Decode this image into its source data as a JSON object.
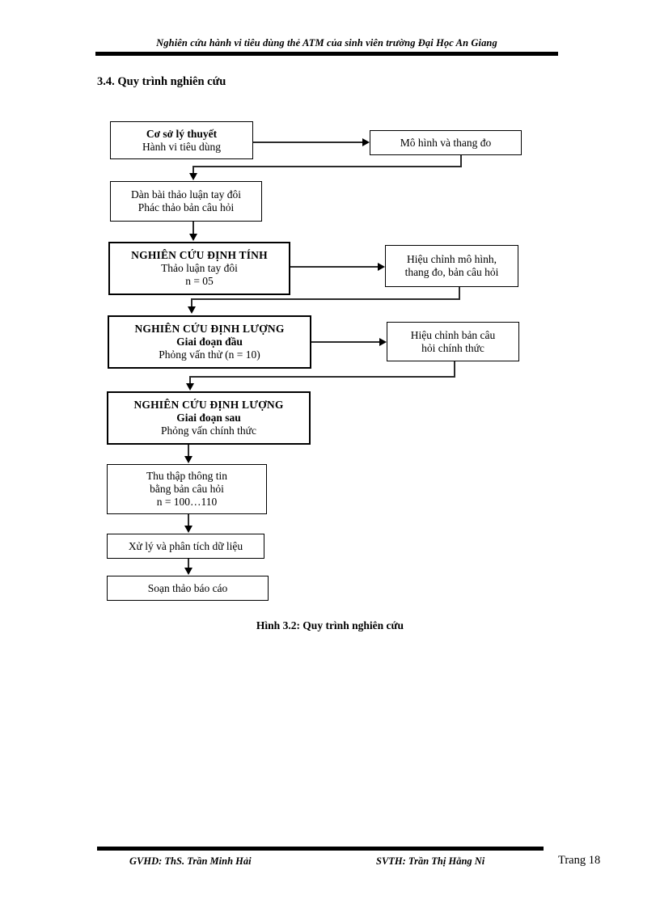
{
  "header": {
    "running_title": "Nghiên cứu hành vi tiêu dùng thẻ ATM của sinh viên trường Đại Học An Giang"
  },
  "section": {
    "number_title": "3.4. Quy trình nghiên cứu"
  },
  "figure": {
    "caption": "Hình 3.2: Quy trình nghiên cứu",
    "boxes": [
      {
        "id": "co-so-ly-thuyet",
        "line1": "Cơ sở lý thuyết",
        "line2": "Hành vi tiêu dùng",
        "line3": ""
      },
      {
        "id": "mo-hinh-thang-do",
        "line1": "Mô hình và thang đo",
        "line2": "",
        "line3": ""
      },
      {
        "id": "dan-bai-thao-luan",
        "line1": "Dàn bài thảo luận tay đôi",
        "line2": "Phác thảo bản câu hỏi",
        "line3": ""
      },
      {
        "id": "nghien-cuu-dinh-tinh",
        "line1": "NGHIÊN CỨU ĐỊNH TÍNH",
        "line2": "Thảo luận tay đôi",
        "line3": "n = 05"
      },
      {
        "id": "hieu-chinh-mo-hinh",
        "line1": "Hiệu chỉnh mô hình,",
        "line2": "thang đo, bản câu hỏi",
        "line3": ""
      },
      {
        "id": "dinh-luong-giai-doan-dau",
        "line1": "NGHIÊN CỨU ĐỊNH LƯỢNG",
        "line2": "Giai đoạn đầu",
        "line3": "Phỏng vấn thử (n = 10)"
      },
      {
        "id": "hieu-chinh-ban-cau-hoi",
        "line1": "Hiệu chỉnh bản câu",
        "line2": "hỏi chính thức",
        "line3": ""
      },
      {
        "id": "dinh-luong-giai-doan-sau",
        "line1": "NGHIÊN CỨU ĐỊNH LƯỢNG",
        "line2": "Giai đoạn sau",
        "line3": "Phỏng vấn chính thức"
      },
      {
        "id": "thu-thap-thong-tin",
        "line1": "Thu thập thông tin",
        "line2": "bằng bản câu hỏi",
        "line3": "n = 100…110"
      },
      {
        "id": "xu-ly-phan-tich",
        "line1": "Xử lý và phân tích dữ liệu",
        "line2": "",
        "line3": ""
      },
      {
        "id": "soan-thao-bao-cao",
        "line1": "Soạn thảo báo cáo",
        "line2": "",
        "line3": ""
      }
    ]
  },
  "footer": {
    "supervisor": "GVHD: ThS. Trần Minh Hải",
    "student": "SVTH: Trần Thị Hằng Ni",
    "page": "Trang 18"
  },
  "colors": {
    "text": "#000000",
    "rule": "#000000",
    "connector": "#2b2b2b",
    "background": "#ffffff"
  }
}
